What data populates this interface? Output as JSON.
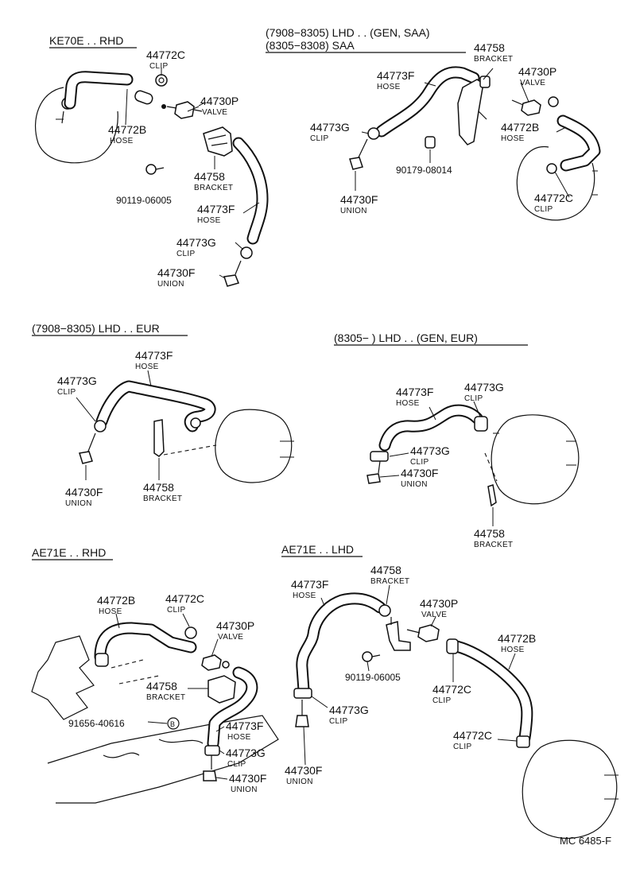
{
  "sections": {
    "ke70e_rhd": {
      "title": "KE70E . . RHD"
    },
    "lhd_gen_saa": {
      "title_line1": "(7908−8305) LHD . . (GEN, SAA)",
      "title_line2": "(8305−8308) SAA"
    },
    "lhd_eur_1": {
      "title": "(7908−8305) LHD . . EUR"
    },
    "lhd_eur_2": {
      "title": "(8305−         ) LHD . . (GEN, EUR)"
    },
    "ae71e_rhd": {
      "title": "AE71E . . RHD"
    },
    "ae71e_lhd": {
      "title": "AE71E . . LHD"
    }
  },
  "callouts": {
    "a_44772c": {
      "number": "44772C",
      "name": "CLIP"
    },
    "a_44730p": {
      "number": "44730P",
      "name": "VALVE"
    },
    "a_44772b": {
      "number": "44772B",
      "name": "HOSE"
    },
    "a_44758": {
      "number": "44758",
      "name": "BRACKET"
    },
    "a_90119": {
      "number": "90119-06005"
    },
    "a_44773f": {
      "number": "44773F",
      "name": "HOSE"
    },
    "a_44773g": {
      "number": "44773G",
      "name": "CLIP"
    },
    "a_44730f": {
      "number": "44730F",
      "name": "UNION"
    },
    "b_44758": {
      "number": "44758",
      "name": "BRACKET"
    },
    "b_44773f": {
      "number": "44773F",
      "name": "HOSE"
    },
    "b_44730p": {
      "number": "44730P",
      "name": "VALVE"
    },
    "b_44773g": {
      "number": "44773G",
      "name": "CLIP"
    },
    "b_44772b": {
      "number": "44772B",
      "name": "HOSE"
    },
    "b_90179": {
      "number": "90179-08014"
    },
    "b_44730f": {
      "number": "44730F",
      "name": "UNION"
    },
    "b_44772c": {
      "number": "44772C",
      "name": "CLIP"
    },
    "c_44773f": {
      "number": "44773F",
      "name": "HOSE"
    },
    "c_44773g": {
      "number": "44773G",
      "name": "CLIP"
    },
    "c_44730f": {
      "number": "44730F",
      "name": "UNION"
    },
    "c_44758": {
      "number": "44758",
      "name": "BRACKET"
    },
    "d_44773f": {
      "number": "44773F",
      "name": "HOSE"
    },
    "d_44773g_top": {
      "number": "44773G",
      "name": "CLIP"
    },
    "d_44773g": {
      "number": "44773G",
      "name": "CLIP"
    },
    "d_44730f": {
      "number": "44730F",
      "name": "UNION"
    },
    "d_44758": {
      "number": "44758",
      "name": "BRACKET"
    },
    "e_44772b": {
      "number": "44772B",
      "name": "HOSE"
    },
    "e_44772c": {
      "number": "44772C",
      "name": "CLIP"
    },
    "e_44730p": {
      "number": "44730P",
      "name": "VALVE"
    },
    "e_44758": {
      "number": "44758",
      "name": "BRACKET"
    },
    "e_91656": {
      "number": "91656-40616",
      "marker": "B"
    },
    "e_44773f": {
      "number": "44773F",
      "name": "HOSE"
    },
    "e_44773g": {
      "number": "44773G",
      "name": "CLIP"
    },
    "e_44730f": {
      "number": "44730F",
      "name": "UNION"
    },
    "f_44773f": {
      "number": "44773F",
      "name": "HOSE"
    },
    "f_44758": {
      "number": "44758",
      "name": "BRACKET"
    },
    "f_44730p": {
      "number": "44730P",
      "name": "VALVE"
    },
    "f_90119": {
      "number": "90119-06005"
    },
    "f_44772b": {
      "number": "44772B",
      "name": "HOSE"
    },
    "f_44772c_mid": {
      "number": "44772C",
      "name": "CLIP"
    },
    "f_44773g": {
      "number": "44773G",
      "name": "CLIP"
    },
    "f_44772c_low": {
      "number": "44772C",
      "name": "CLIP"
    },
    "f_44730f": {
      "number": "44730F",
      "name": "UNION"
    }
  },
  "footer": {
    "drawing_code": "MC 6485-F"
  }
}
